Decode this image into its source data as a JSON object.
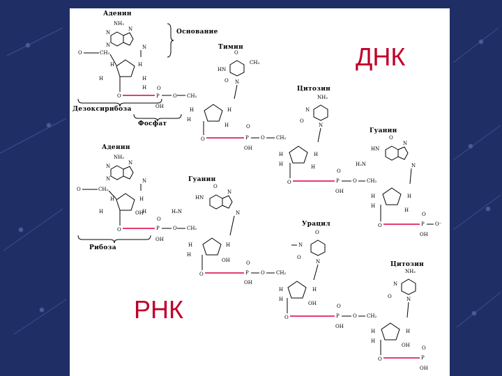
{
  "panel_title_dna": "ДНК",
  "panel_title_rna": "РНК",
  "dna": {
    "labels": {
      "adenine": "Аденин",
      "base": "Основание",
      "thymine": "Тимин",
      "cytosine": "Цитозин",
      "guanine": "Гуанин",
      "deoxyribose": "Дезоксирибоза",
      "phosphate": "Фосфат"
    }
  },
  "rna": {
    "labels": {
      "adenine": "Аденин",
      "guanine": "Гуанин",
      "uracil": "Урацил",
      "cytosine": "Цитозин",
      "ribose": "Рибоза"
    }
  },
  "atoms": {
    "nh2": "NH₂",
    "n": "N",
    "o": "O",
    "h": "H",
    "p": "P",
    "oh": "OH",
    "ch2": "CH₂",
    "ch3": "CH₃",
    "hn": "HN",
    "h2n": "H₂N",
    "o_minus": "O⁻"
  },
  "colors": {
    "background": "#1f2f66",
    "panel": "#ffffff",
    "title": "#c0002a",
    "bond_highlight": "#e0205a"
  }
}
